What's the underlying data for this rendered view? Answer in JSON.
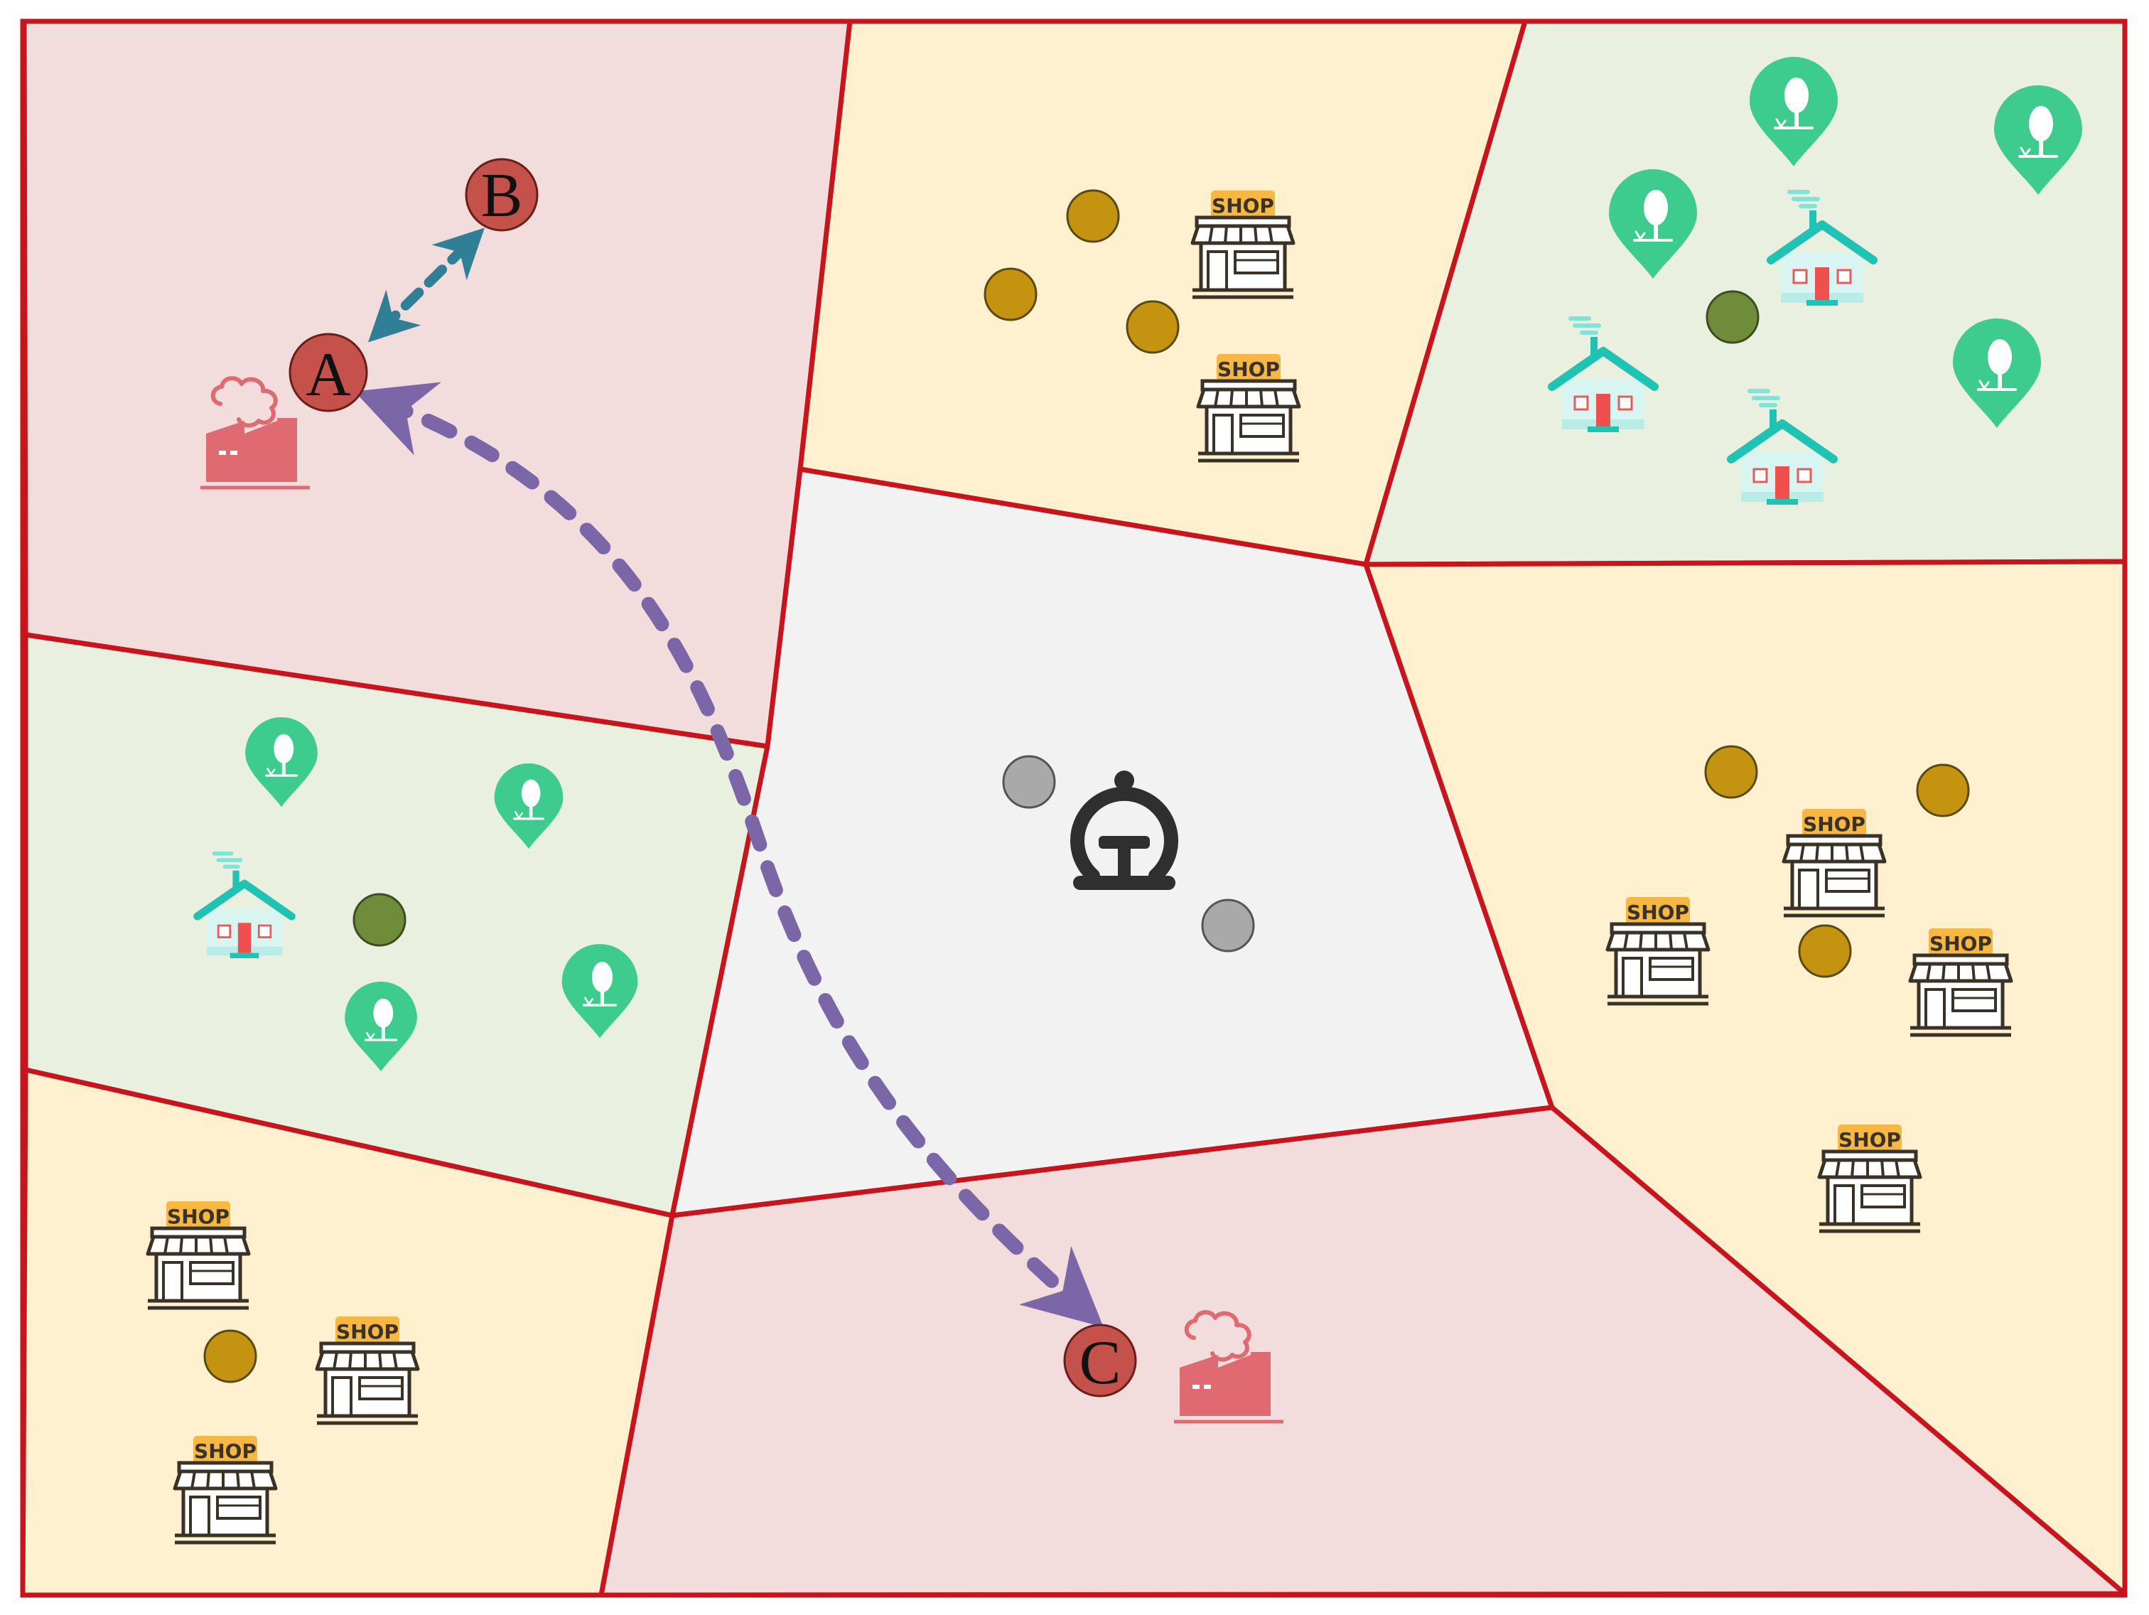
{
  "map": {
    "labels": {
      "a": "A",
      "b": "B",
      "c": "C"
    },
    "shop_text": "SHOP",
    "colors": {
      "border": "#c8141c",
      "zone_industrial": "#f2dcdc",
      "zone_commercial": "#fff1cf",
      "zone_residential": "#eaf0e0",
      "zone_center": "#f2f2f2",
      "node_point": "#c4524a",
      "dot_commercial": "#c49410",
      "dot_residential": "#6f8c3a",
      "dot_center": "#a9a9a9",
      "arrow_ab": "#2f7f97",
      "arrow_ac": "#7b66a8",
      "factory": "#e06a72",
      "tree_pin": "#3ecb8e",
      "house": "#20c2b4",
      "station": "#2f2f2f"
    },
    "icons": [
      "factory-icon",
      "shop-icon",
      "tree-pin-icon",
      "house-icon",
      "railway-station-icon"
    ]
  }
}
